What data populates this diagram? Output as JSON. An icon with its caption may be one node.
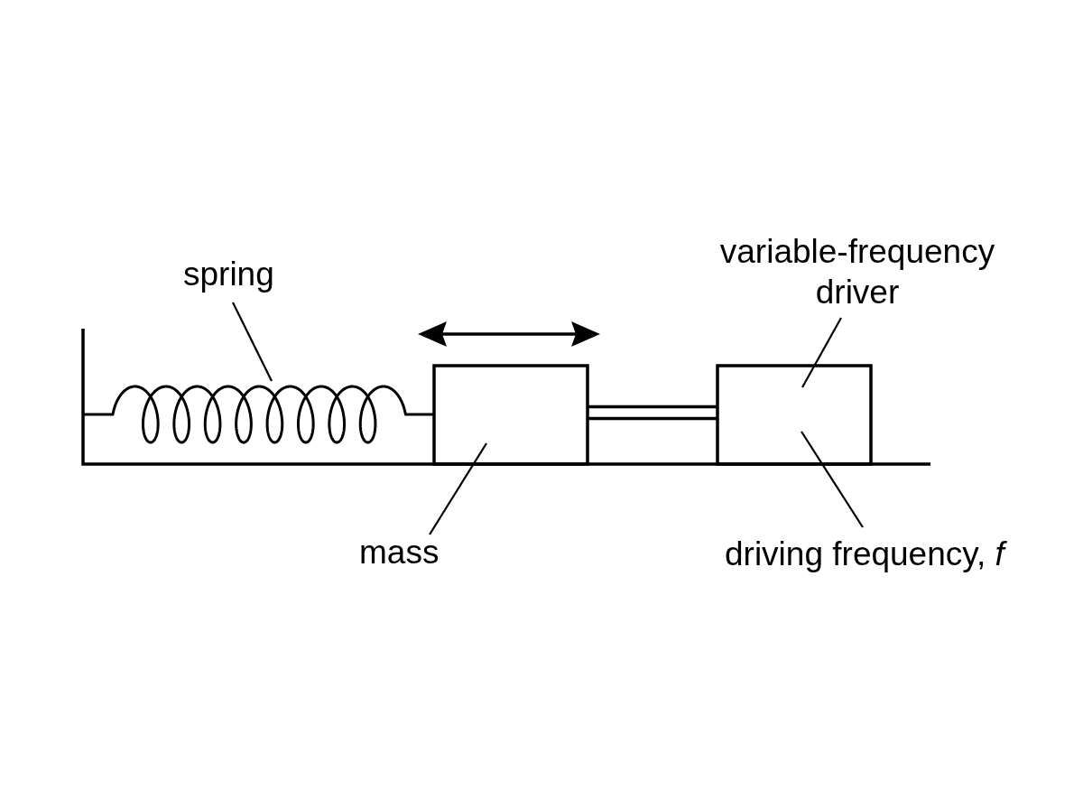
{
  "diagram": {
    "nodes": [
      {
        "text": [
          "spring"
        ]
      },
      {
        "text": [
          "variable-frequency driver"
        ]
      },
      {
        "text": [],
        "shape": "coil"
      },
      {
        "text": [],
        "shape": "box"
      },
      {
        "text": [],
        "shape": "box"
      },
      {
        "text": [
          "mass"
        ]
      },
      {
        "text": [
          "driving frequency, *f*"
        ]
      }
    ],
    "edges": [
      {
        "from": 0,
        "to": 2,
        "arrow": "none"
      },
      {
        "from": 1,
        "to": 4,
        "arrow": "none"
      },
      {
        "from": 5,
        "to": 3,
        "arrow": "none"
      },
      {
        "from": 6,
        "to": 4,
        "arrow": "none"
      },
      {
        "from": 3,
        "to": 4,
        "arrow": "none"
      }
    ]
  }
}
